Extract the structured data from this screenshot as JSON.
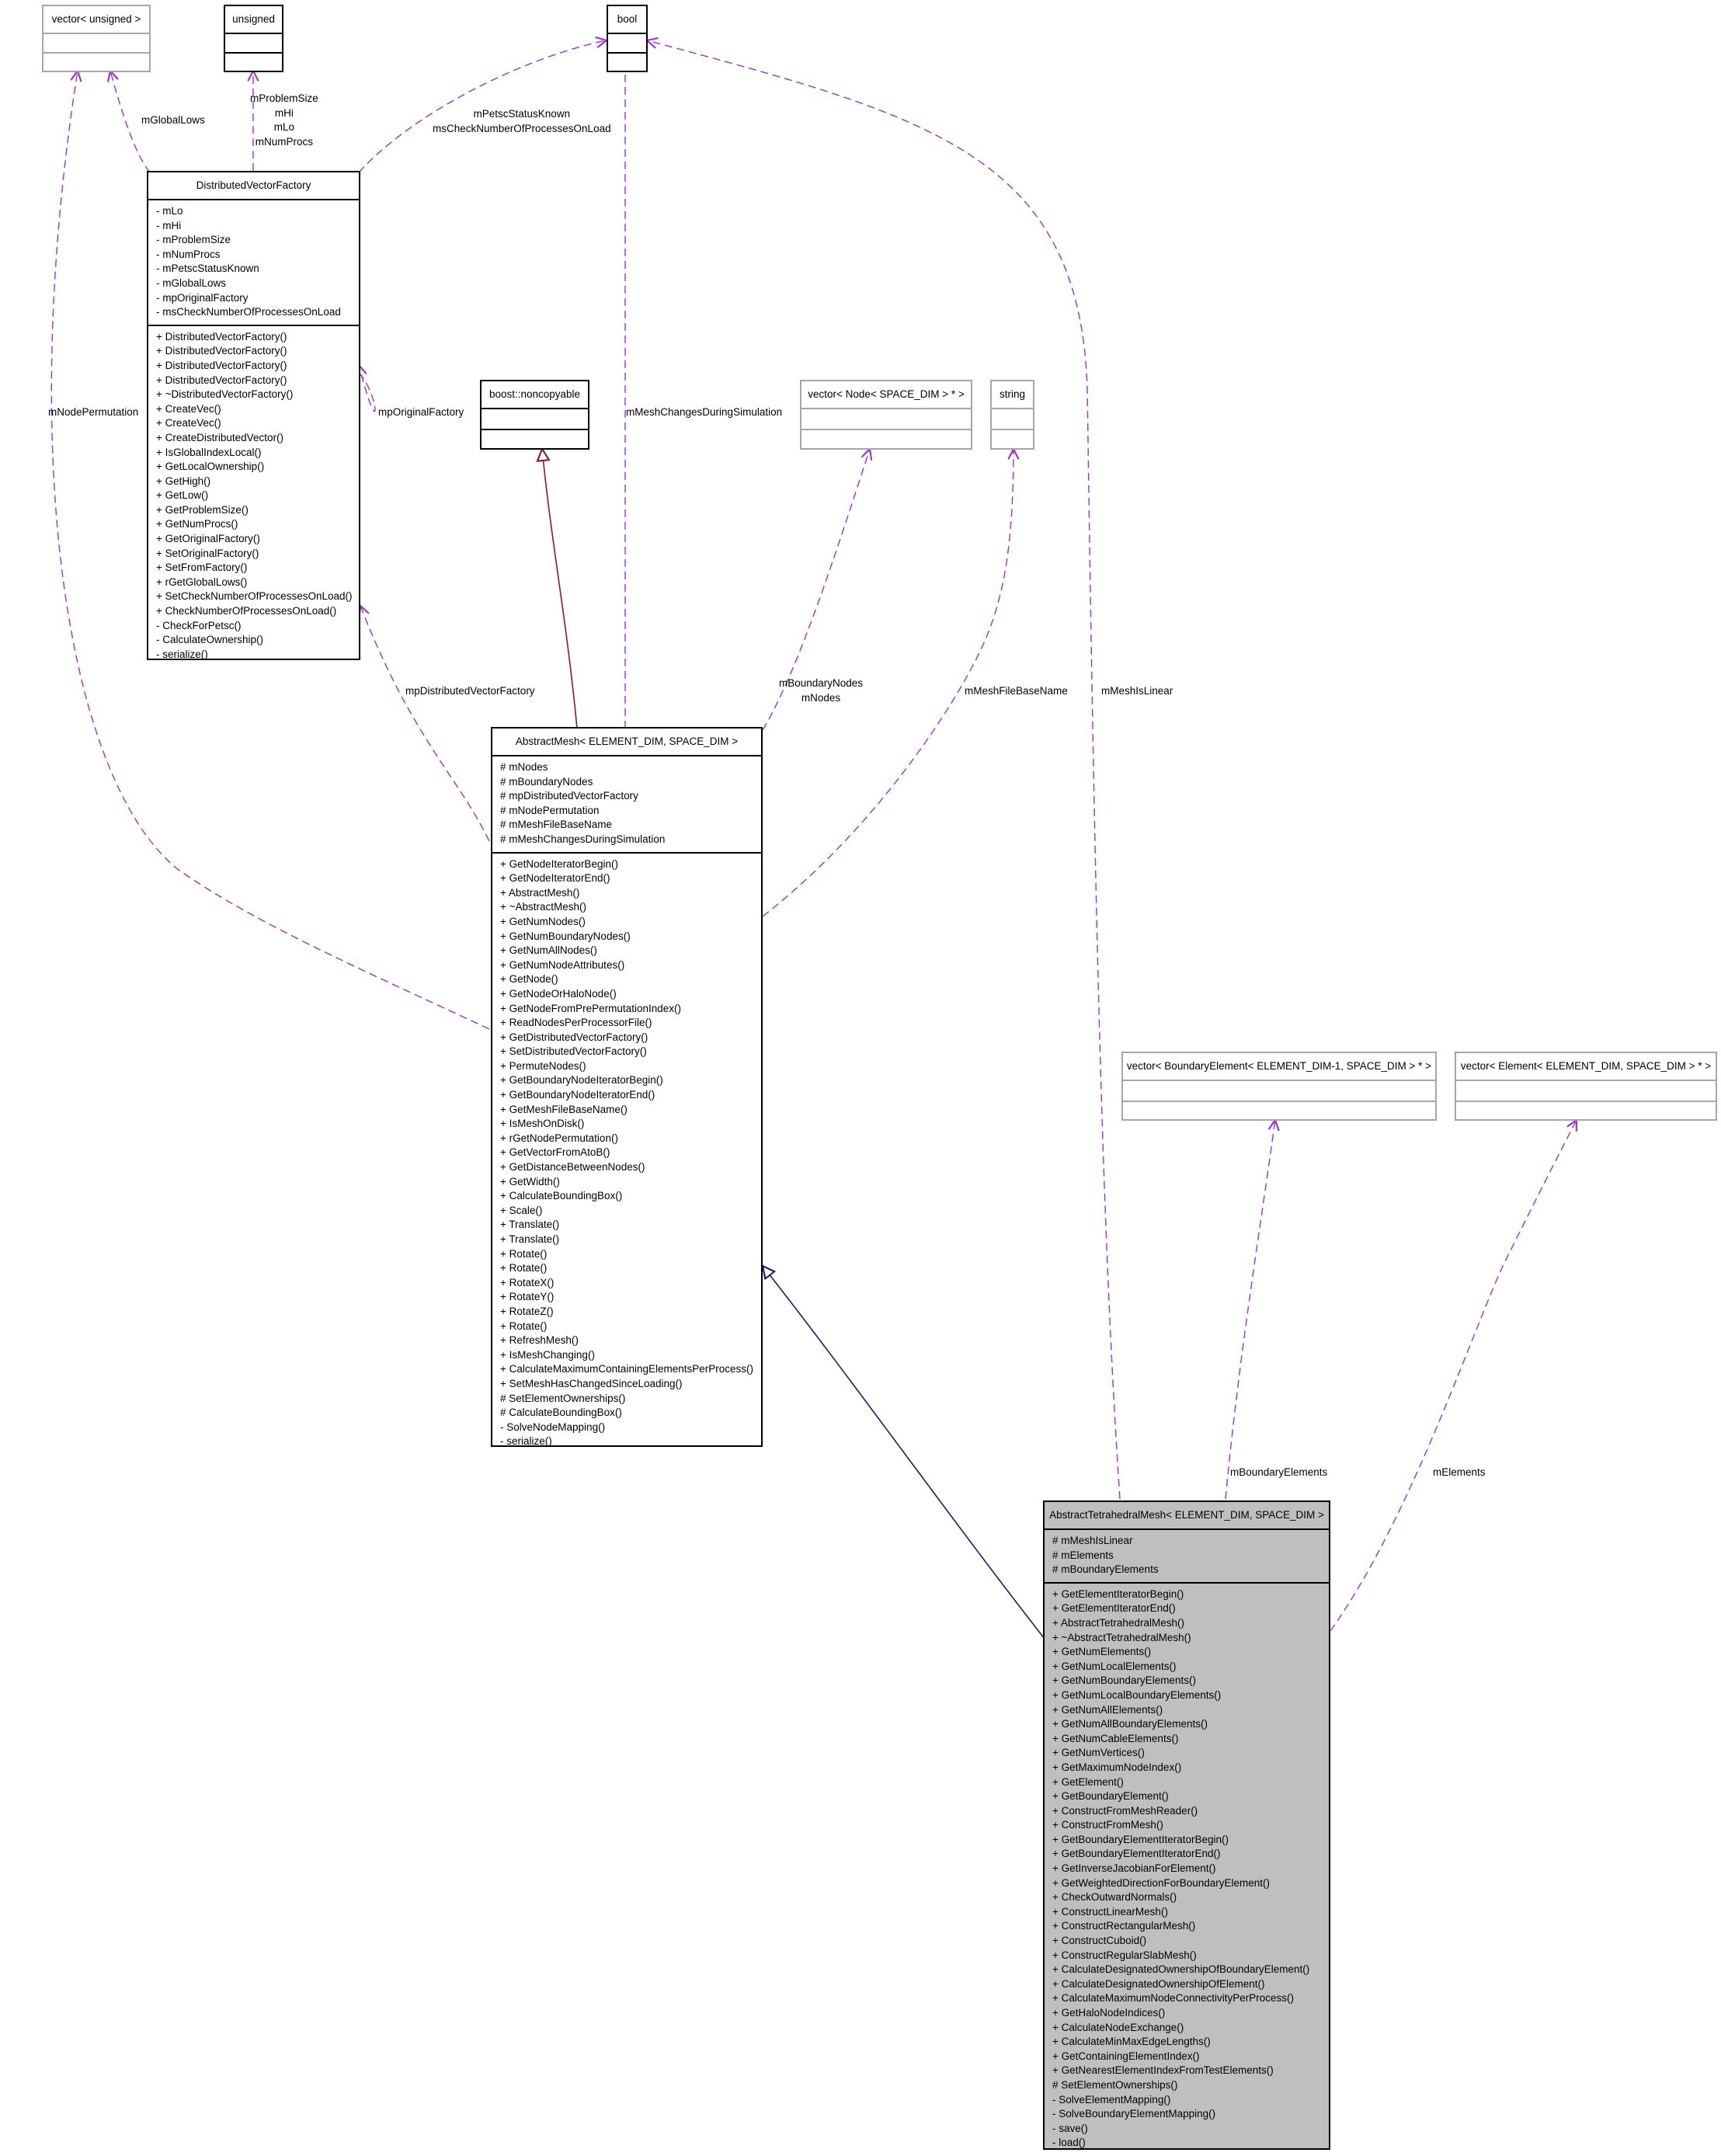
{
  "diagram": {
    "classes": {
      "vec_unsigned": {
        "title": "vector< unsigned >",
        "attributes": [],
        "methods": []
      },
      "unsigned_t": {
        "title": "unsigned",
        "attributes": [],
        "methods": []
      },
      "bool_t": {
        "title": "bool",
        "attributes": [],
        "methods": []
      },
      "dvf": {
        "title": "DistributedVectorFactory",
        "attributes": [
          "- mLo",
          "- mHi",
          "- mProblemSize",
          "- mNumProcs",
          "- mPetscStatusKnown",
          "- mGlobalLows",
          "- mpOriginalFactory",
          "- msCheckNumberOfProcessesOnLoad"
        ],
        "methods": [
          "+ DistributedVectorFactory()",
          "+ DistributedVectorFactory()",
          "+ DistributedVectorFactory()",
          "+ DistributedVectorFactory()",
          "+ ~DistributedVectorFactory()",
          "+ CreateVec()",
          "+ CreateVec()",
          "+ CreateDistributedVector()",
          "+ IsGlobalIndexLocal()",
          "+ GetLocalOwnership()",
          "+ GetHigh()",
          "+ GetLow()",
          "+ GetProblemSize()",
          "+ GetNumProcs()",
          "+ GetOriginalFactory()",
          "+ SetOriginalFactory()",
          "+ SetFromFactory()",
          "+ rGetGlobalLows()",
          "+ SetCheckNumberOfProcessesOnLoad()",
          "+ CheckNumberOfProcessesOnLoad()",
          "- CheckForPetsc()",
          "- CalculateOwnership()",
          "- serialize()"
        ]
      },
      "noncopyable": {
        "title": "boost::noncopyable",
        "attributes": [],
        "methods": []
      },
      "vec_node": {
        "title": "vector< Node< SPACE_DIM > * >",
        "attributes": [],
        "methods": []
      },
      "string_t": {
        "title": "string",
        "attributes": [],
        "methods": []
      },
      "abstract_mesh": {
        "title": "AbstractMesh< ELEMENT_DIM, SPACE_DIM >",
        "attributes": [
          "# mNodes",
          "# mBoundaryNodes",
          "# mpDistributedVectorFactory",
          "# mNodePermutation",
          "# mMeshFileBaseName",
          "# mMeshChangesDuringSimulation"
        ],
        "methods": [
          "+ GetNodeIteratorBegin()",
          "+ GetNodeIteratorEnd()",
          "+ AbstractMesh()",
          "+ ~AbstractMesh()",
          "+ GetNumNodes()",
          "+ GetNumBoundaryNodes()",
          "+ GetNumAllNodes()",
          "+ GetNumNodeAttributes()",
          "+ GetNode()",
          "+ GetNodeOrHaloNode()",
          "+ GetNodeFromPrePermutationIndex()",
          "+ ReadNodesPerProcessorFile()",
          "+ GetDistributedVectorFactory()",
          "+ SetDistributedVectorFactory()",
          "+ PermuteNodes()",
          "+ GetBoundaryNodeIteratorBegin()",
          "+ GetBoundaryNodeIteratorEnd()",
          "+ GetMeshFileBaseName()",
          "+ IsMeshOnDisk()",
          "+ rGetNodePermutation()",
          "+ GetVectorFromAtoB()",
          "+ GetDistanceBetweenNodes()",
          "+ GetWidth()",
          "+ CalculateBoundingBox()",
          "+ Scale()",
          "+ Translate()",
          "+ Translate()",
          "+ Rotate()",
          "+ Rotate()",
          "+ RotateX()",
          "+ RotateY()",
          "+ RotateZ()",
          "+ Rotate()",
          "+ RefreshMesh()",
          "+ IsMeshChanging()",
          "+ CalculateMaximumContainingElementsPerProcess()",
          "+ SetMeshHasChangedSinceLoading()",
          "# SetElementOwnerships()",
          "# CalculateBoundingBox()",
          "- SolveNodeMapping()",
          "- serialize()"
        ]
      },
      "vec_boundary": {
        "title": "vector< BoundaryElement< ELEMENT_DIM-1, SPACE_DIM > * >",
        "attributes": [],
        "methods": []
      },
      "vec_element": {
        "title": "vector< Element< ELEMENT_DIM, SPACE_DIM > * >",
        "attributes": [],
        "methods": []
      },
      "tetra_mesh": {
        "title": "AbstractTetrahedralMesh< ELEMENT_DIM, SPACE_DIM >",
        "attributes": [
          "# mMeshIsLinear",
          "# mElements",
          "# mBoundaryElements"
        ],
        "methods": [
          "+ GetElementIteratorBegin()",
          "+ GetElementIteratorEnd()",
          "+ AbstractTetrahedralMesh()",
          "+ ~AbstractTetrahedralMesh()",
          "+ GetNumElements()",
          "+ GetNumLocalElements()",
          "+ GetNumBoundaryElements()",
          "+ GetNumLocalBoundaryElements()",
          "+ GetNumAllElements()",
          "+ GetNumAllBoundaryElements()",
          "+ GetNumCableElements()",
          "+ GetNumVertices()",
          "+ GetMaximumNodeIndex()",
          "+ GetElement()",
          "+ GetBoundaryElement()",
          "+ ConstructFromMeshReader()",
          "+ ConstructFromMesh()",
          "+ GetBoundaryElementIteratorBegin()",
          "+ GetBoundaryElementIteratorEnd()",
          "+ GetInverseJacobianForElement()",
          "+ GetWeightedDirectionForBoundaryElement()",
          "+ CheckOutwardNormals()",
          "+ ConstructLinearMesh()",
          "+ ConstructRectangularMesh()",
          "+ ConstructCuboid()",
          "+ ConstructRegularSlabMesh()",
          "+ CalculateDesignatedOwnershipOfBoundaryElement()",
          "+ CalculateDesignatedOwnershipOfElement()",
          "+ CalculateMaximumNodeConnectivityPerProcess()",
          "+ GetHaloNodeIndices()",
          "+ CalculateNodeExchange()",
          "+ CalculateMinMaxEdgeLengths()",
          "+ GetContainingElementIndex()",
          "+ GetNearestElementIndexFromTestElements()",
          "# SetElementOwnerships()",
          "- SolveElementMapping()",
          "- SolveBoundaryElementMapping()",
          "- save()",
          "- load()"
        ]
      }
    },
    "edge_labels": {
      "mglobal_lows": "mGlobalLows",
      "unsigned_members": [
        "mProblemSize",
        "mHi",
        "mLo",
        "mNumProcs"
      ],
      "bool_dvf": [
        "mPetscStatusKnown",
        "msCheckNumberOfProcessesOnLoad"
      ],
      "mp_original_factory": "mpOriginalFactory",
      "mnode_permutation": "mNodePermutation",
      "mesh_changes": "mMeshChangesDuringSimulation",
      "mp_dvf": "mpDistributedVectorFactory",
      "nodes": [
        "mBoundaryNodes",
        "mNodes"
      ],
      "mesh_file_base": "mMeshFileBaseName",
      "mesh_is_linear": "mMeshIsLinear",
      "boundary_elements": "mBoundaryElements",
      "elements": "mElements"
    },
    "colors": {
      "usage": "#9a32cd",
      "inherit_noncopyable": "#8b1a1a",
      "inherit_abstract": "#191970",
      "highlight_fill": "#bfbfbf",
      "gray_border": "#a6a6a6"
    }
  }
}
